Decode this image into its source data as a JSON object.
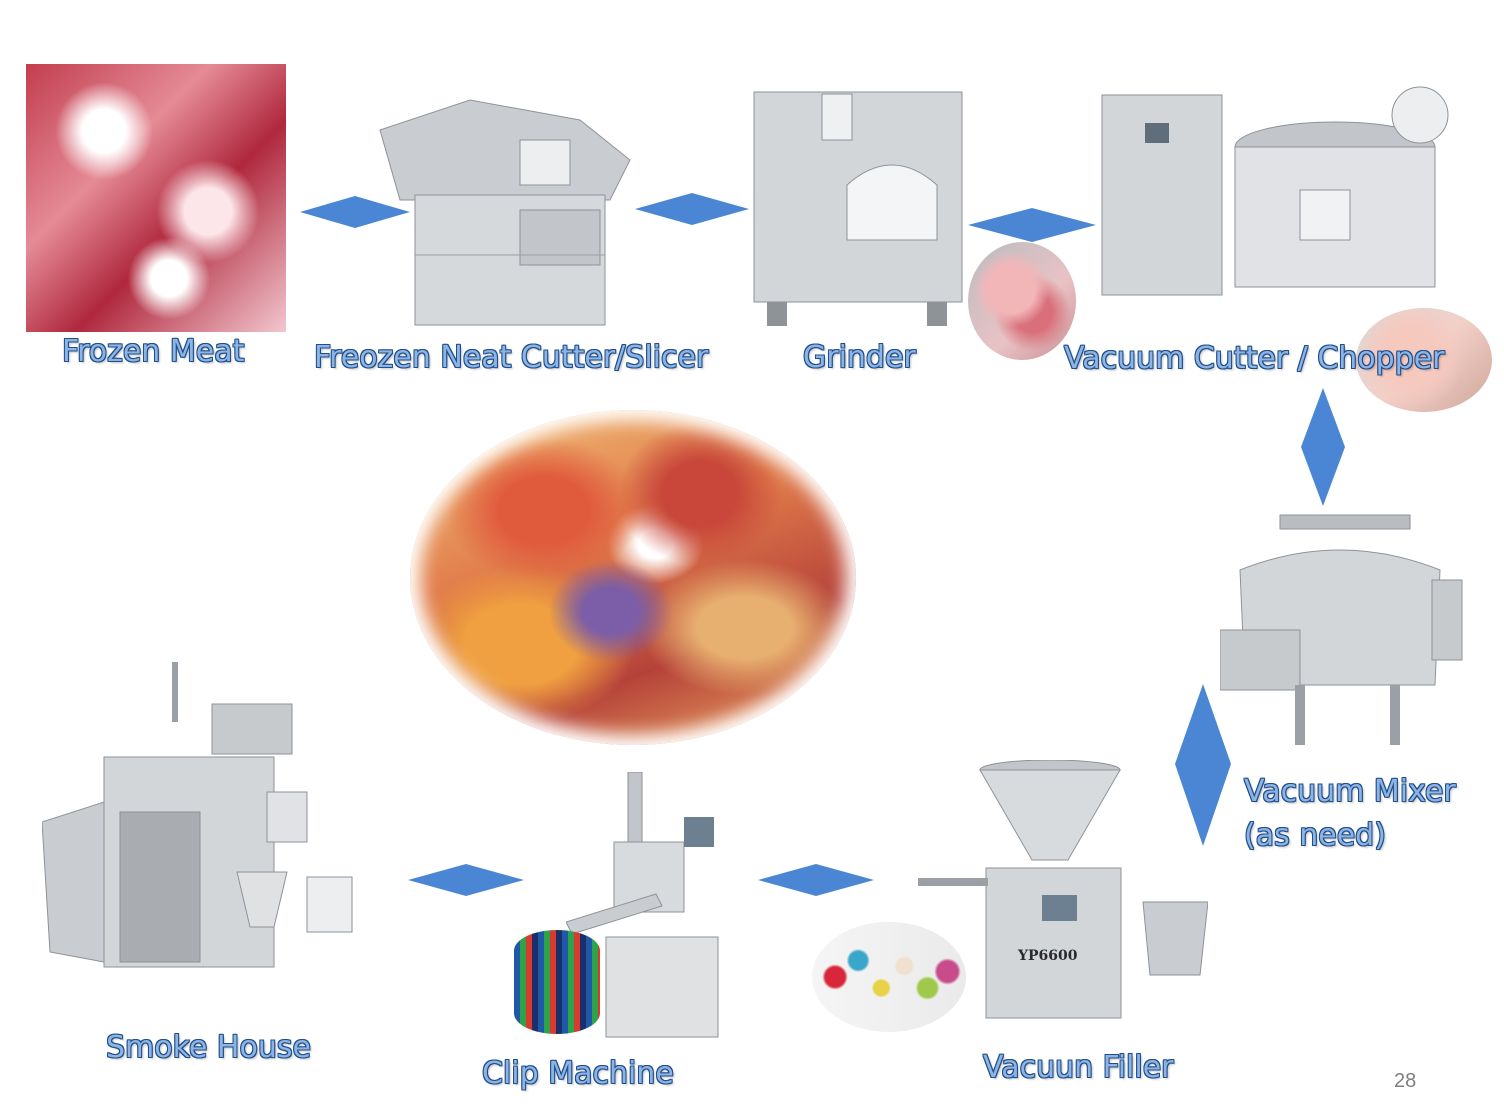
{
  "steps": {
    "frozen_meat": "Frozen Meat",
    "cutter_slicer": "Freozen Neat Cutter/Slicer",
    "grinder": "Grinder",
    "vacuum_cutter": "Vacuum Cutter / Chopper",
    "vacuum_mixer": "Vacuum Mixer\n(as need)",
    "vacuum_filler": "Vacuun Filler",
    "clip_machine": "Clip Machine",
    "smoke_house": "Smoke House"
  },
  "machine_text": {
    "filler_model": "YP6600"
  },
  "page_number": "28",
  "colors": {
    "arrow": "#4a86d4",
    "label_fill": "#8db4e2",
    "label_outline": "#1f4e8c"
  }
}
